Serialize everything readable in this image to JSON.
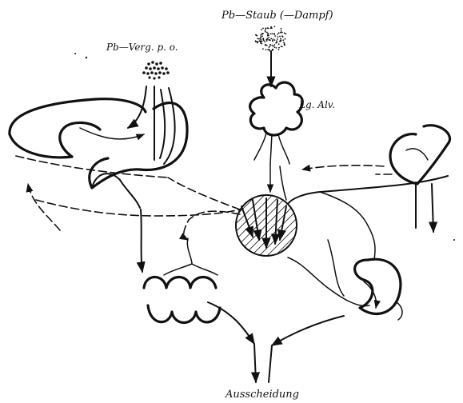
{
  "labels": {
    "oral_intake": "Pb—Verg. p. o.",
    "dust_intake": "Pb—Staub (—Dampf)",
    "lung_alveoli": "Lg. Alv.",
    "excretion": "Ausscheidung"
  }
}
